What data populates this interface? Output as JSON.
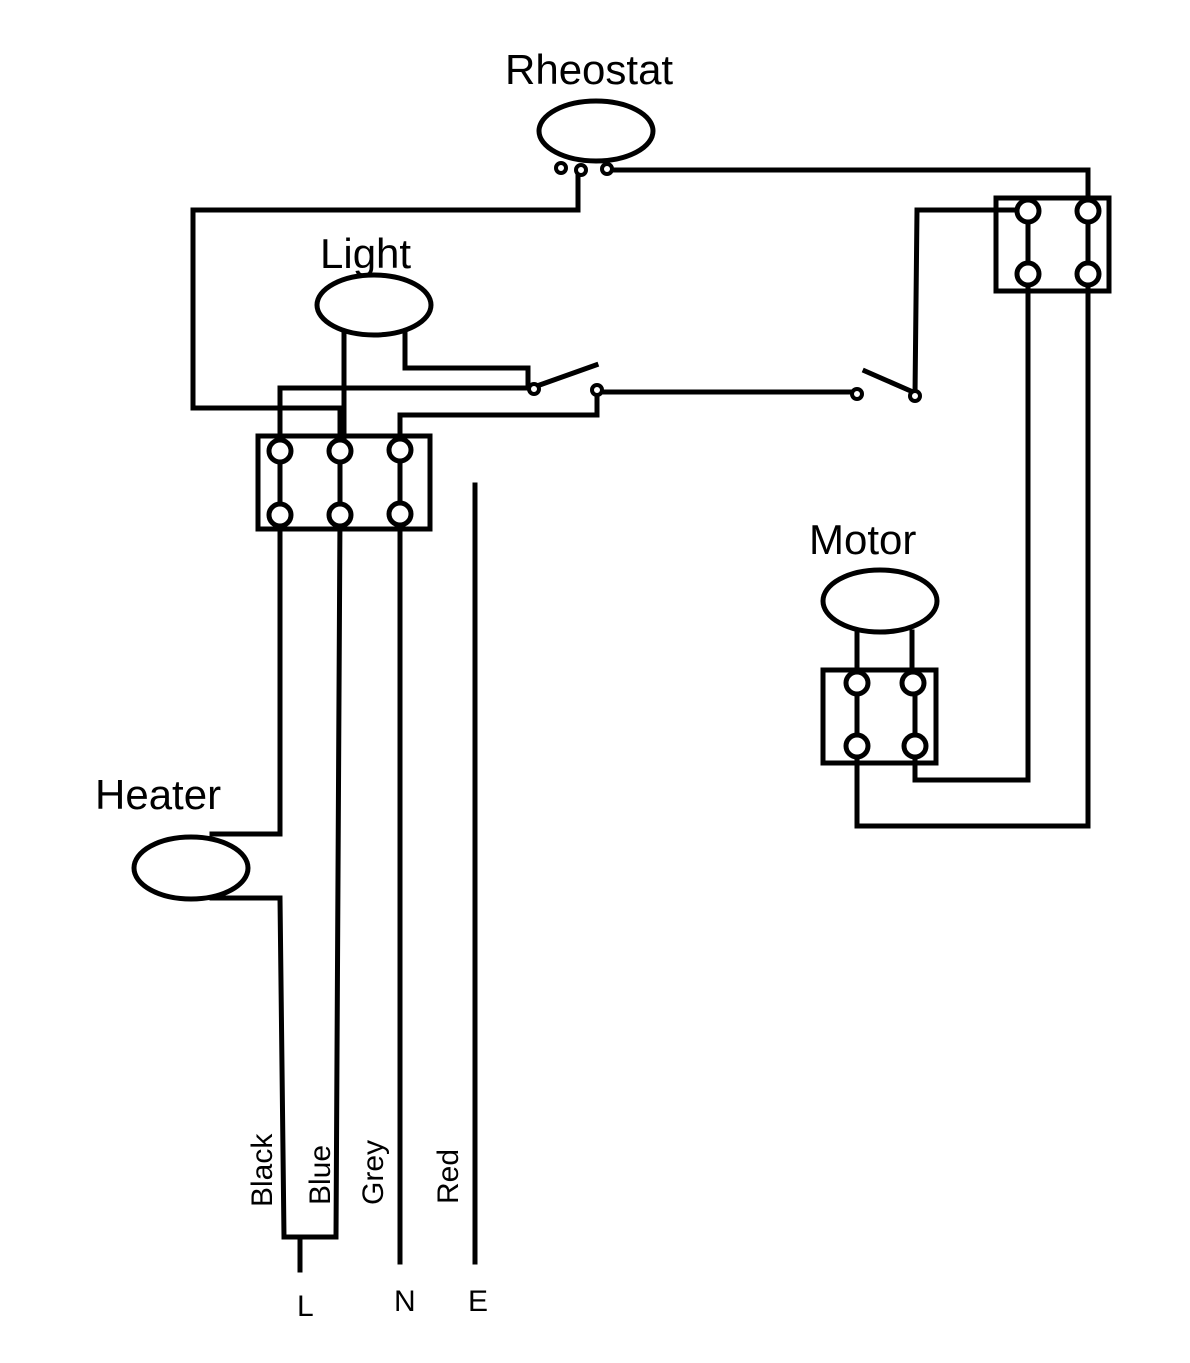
{
  "components": {
    "rheostat": "Rheostat",
    "light": "Light",
    "motor": "Motor",
    "heater": "Heater"
  },
  "wires": {
    "black": "Black",
    "blue": "Blue",
    "grey": "Grey",
    "red": "Red"
  },
  "supply": {
    "live": "L",
    "neutral": "N",
    "earth": "E"
  }
}
